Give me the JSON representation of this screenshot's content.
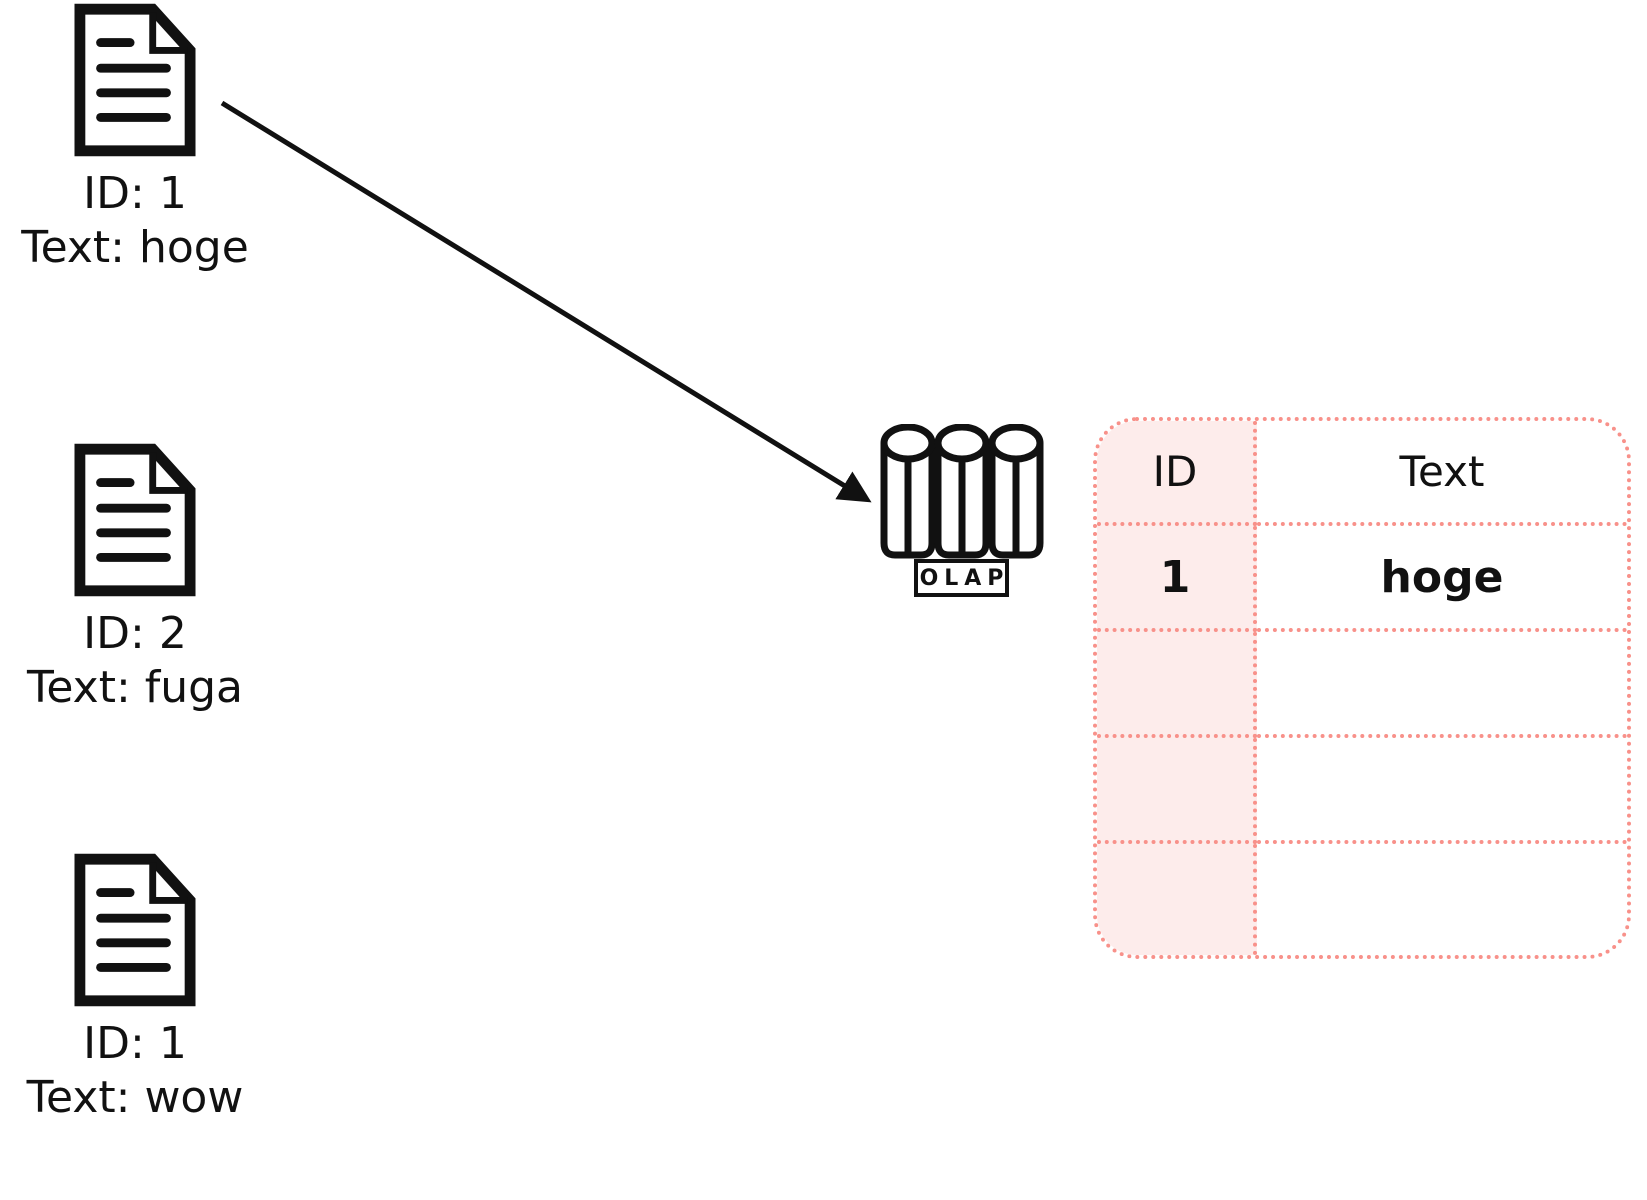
{
  "documents": [
    {
      "id_label": "ID: 1",
      "text_label": "Text: hoge"
    },
    {
      "id_label": "ID: 2",
      "text_label": "Text: fuga"
    },
    {
      "id_label": "ID: 1",
      "text_label": "Text: wow"
    }
  ],
  "olap": {
    "label": "OLAP"
  },
  "table": {
    "headers": [
      "ID",
      "Text"
    ],
    "rows": [
      {
        "id": "1",
        "text": "hoge"
      },
      {
        "id": "",
        "text": ""
      },
      {
        "id": "",
        "text": ""
      },
      {
        "id": "",
        "text": ""
      }
    ]
  },
  "colors": {
    "stroke": "#111111",
    "table_border": "#f8918a",
    "table_id_bg": "#fdeceb"
  }
}
